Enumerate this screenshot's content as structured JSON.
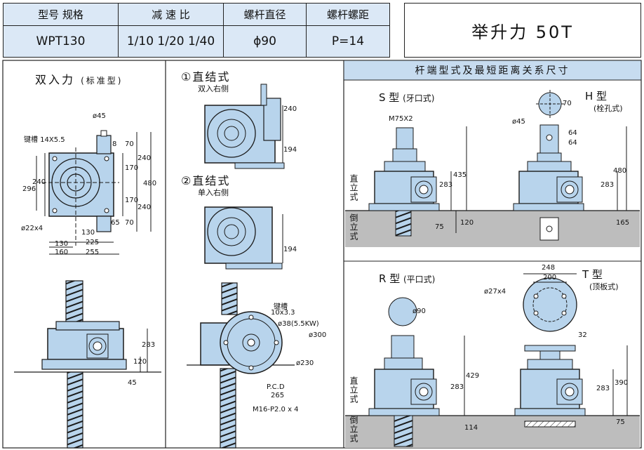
{
  "table": {
    "headers": [
      "型号 规格",
      "减 速 比",
      "螺杆直径",
      "螺杆螺距"
    ],
    "values": [
      "WPT130",
      "1/10 1/20 1/40",
      "ϕ90",
      "P=14"
    ],
    "lift_title": "举升力 50T"
  },
  "left": {
    "title": "双入力",
    "subtitle": "(标准型)",
    "keyway": "键槽 14X5.5",
    "dia45": "ø45",
    "bolt": "ø22x4",
    "dims": {
      "d8": "8",
      "d70a": "70",
      "d240a": "240",
      "d170a": "170",
      "d480": "480",
      "d170b": "170",
      "d240b": "240",
      "d70b": "70",
      "d65": "65",
      "d240": "240",
      "d296": "296",
      "d130a": "130",
      "d225": "225",
      "d130b": "130",
      "d160": "160",
      "d255": "255",
      "d283": "283",
      "d120": "120",
      "d45": "45"
    }
  },
  "mid": {
    "title1": "①直结式",
    "sub1": "双入右侧",
    "title2": "②直结式",
    "sub2": "单入右侧",
    "d240": "240",
    "d194a": "194",
    "d194b": "194",
    "keyway": "键槽",
    "keyway_dim": "10x3.3",
    "d38": "ø38(5.5KW)",
    "d300": "ø300",
    "d230": "ø230",
    "pcd": "P.C.D",
    "pcd_val": "265",
    "bolt": "M16-P2.0 x 4"
  },
  "right": {
    "banner": "杆端型式及最短距离关系尺寸",
    "upright": "直立式",
    "inverted": "倒立式",
    "S": {
      "name": "S 型",
      "desc": "(牙口式)",
      "thread": "M75X2",
      "d435": "435",
      "d283": "283",
      "d120": "120",
      "d75": "75"
    },
    "H": {
      "name": "H 型",
      "desc": "(栓孔式)",
      "d70": "70",
      "d45": "ø45",
      "d64a": "64",
      "d64b": "64",
      "d480": "480",
      "d283": "283",
      "d165": "165"
    },
    "R": {
      "name": "R 型",
      "desc": "(平口式)",
      "d90": "ø90",
      "d429": "429",
      "d283": "283",
      "d114": "114"
    },
    "T": {
      "name": "T 型",
      "desc": "(顶板式)",
      "d248": "248",
      "d200": "200",
      "d27": "ø27x4",
      "d32": "32",
      "d283": "283",
      "d390": "390",
      "d75": "75"
    }
  },
  "colors": {
    "body": "#b8d4ec",
    "outline": "#1a1a1a",
    "header_bg": "#dbe8f6",
    "ground": "#bdbdbd"
  }
}
